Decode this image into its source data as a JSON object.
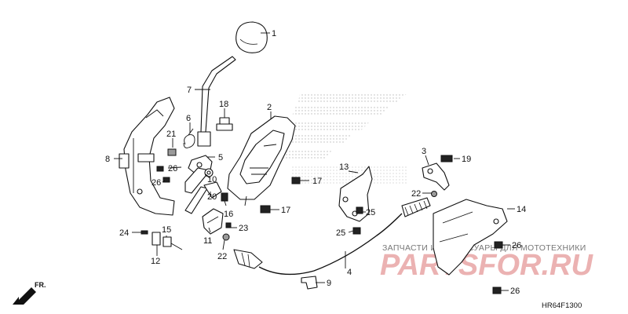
{
  "diagram": {
    "drawing_code": "HR64F1300",
    "direction_marker": "FR.",
    "watermark": {
      "caption": "ЗАПЧАСТИ И АКСЕССУАРЫ ДЛЯ МОТОТЕХНИКИ",
      "logo": "PARTSFOR.RU"
    },
    "callouts": [
      {
        "id": "c1",
        "label": "1"
      },
      {
        "id": "c2",
        "label": "2"
      },
      {
        "id": "c3",
        "label": "3"
      },
      {
        "id": "c4",
        "label": "4"
      },
      {
        "id": "c5",
        "label": "5"
      },
      {
        "id": "c6",
        "label": "6"
      },
      {
        "id": "c7",
        "label": "7"
      },
      {
        "id": "c8",
        "label": "8"
      },
      {
        "id": "c9",
        "label": "9"
      },
      {
        "id": "c10",
        "label": "10"
      },
      {
        "id": "c11",
        "label": "11"
      },
      {
        "id": "c12",
        "label": "12"
      },
      {
        "id": "c13",
        "label": "13"
      },
      {
        "id": "c14",
        "label": "14"
      },
      {
        "id": "c15",
        "label": "15"
      },
      {
        "id": "c16",
        "label": "16"
      },
      {
        "id": "c17a",
        "label": "17"
      },
      {
        "id": "c17b",
        "label": "17"
      },
      {
        "id": "c18",
        "label": "18"
      },
      {
        "id": "c19",
        "label": "19"
      },
      {
        "id": "c20",
        "label": "20"
      },
      {
        "id": "c21",
        "label": "21"
      },
      {
        "id": "c22a",
        "label": "22"
      },
      {
        "id": "c22b",
        "label": "22"
      },
      {
        "id": "c23",
        "label": "23"
      },
      {
        "id": "c24",
        "label": "24"
      },
      {
        "id": "c25a",
        "label": "25"
      },
      {
        "id": "c25b",
        "label": "25"
      },
      {
        "id": "c26a",
        "label": "26"
      },
      {
        "id": "c26b",
        "label": "26"
      },
      {
        "id": "c26c",
        "label": "26"
      },
      {
        "id": "c26d",
        "label": "26"
      }
    ]
  }
}
